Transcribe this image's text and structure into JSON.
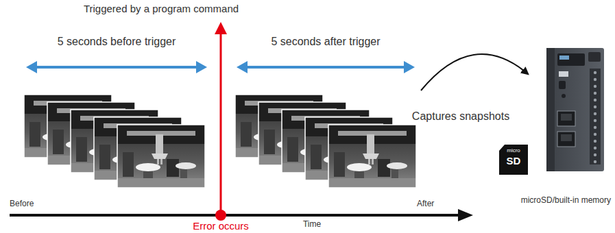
{
  "diagram": {
    "labels": [
      "Triggered by a program command",
      "5 seconds before trigger",
      "5 seconds after trigger",
      "Captures snapshots",
      "micro",
      "SD",
      "microSD/built-in memory",
      "Before",
      "After",
      "Error occurs",
      "Time"
    ]
  }
}
